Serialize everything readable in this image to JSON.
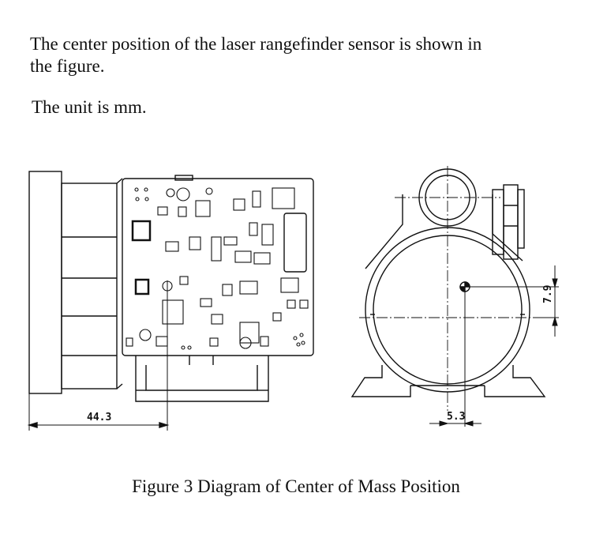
{
  "intro_text": "The center position of the laser rangefinder sensor is shown in the figure.",
  "unit_text": "The unit is mm.",
  "figure_caption": "Figure 3 Diagram of Center of Mass Position",
  "dimensions": {
    "side_length": "44.3",
    "end_offset": "5.3",
    "end_height": "7.9"
  }
}
